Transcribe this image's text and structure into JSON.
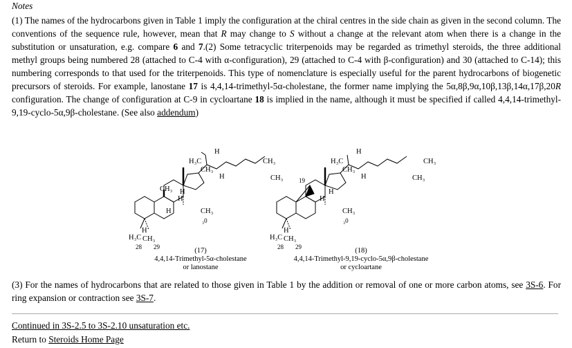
{
  "notes_heading": "Notes",
  "para1": {
    "s1": "(1) The names of the hydrocarbons given in Table 1 imply the configuration at the chiral centres in the side chain as given in the second column. The conventions of the sequence rule, however, mean that ",
    "r": "R",
    "s2": " may change to ",
    "s": "S",
    "s3": " without a change at the relevant atom when there is a change in the substitution or unsaturation, e.g. compare ",
    "n6": "6",
    "and": " and ",
    "n7": "7",
    "s4": ".(2) Some tetracyclic triterpenoids may be regarded as trimethyl steroids, the three additional methyl groups being numbered 28 (attached to C-4 with α-configuration), 29 (attached to C-4 with β-configuration) and 30 (attached to C-14); this numbering corresponds to that used for the triterpenoids. This type of nomenclature is especially useful for the parent hydrocarbons of biogenetic precursors of steroids. For example, lanostane ",
    "n17": "17",
    "s5": " is 4,4,14-trimethyl-5α-cholestane, the former name implying the 5α,8β,9α,10β,13β,14α,17β,20",
    "r2": "R",
    "s6": " configuration. The change of configuration at C-9 in cycloartane ",
    "n18": "18",
    "s7": " is implied in the name, although it must be specified if called 4,4,14-trimethyl-9,19-cyclo-5α,9β-cholestane. (See also ",
    "addendum_link": "addendum",
    "s8": ")"
  },
  "figure": {
    "left": {
      "number": "(17)",
      "name": "4,4,14-Trimethyl-5α-cholestane",
      "alt": "or lanostane"
    },
    "right": {
      "number": "(18)",
      "name": "4,4,14-Trimethyl-9,19-cyclo-5α,9β-cholestane",
      "alt": "or cycloartane"
    },
    "labels": {
      "h": "H",
      "ch3": "CH3",
      "h3c": "H3C",
      "n28": "28",
      "n29": "29",
      "n30": "30",
      "n19": "19"
    }
  },
  "para3": {
    "s1": "(3) For the names of hydrocarbons that are related to those given in Table 1 by the addition or removal of one or more carbon atoms, see ",
    "link1": "3S-6",
    "s2": ". For ring expansion or contraction see ",
    "link2": "3S-7",
    "s3": "."
  },
  "footer": {
    "continued_link": "Continued in 3S-2.5 to 3S-2.10 unsaturation etc.",
    "return_prefix": "Return to ",
    "home_link": "Steroids Home Page"
  }
}
